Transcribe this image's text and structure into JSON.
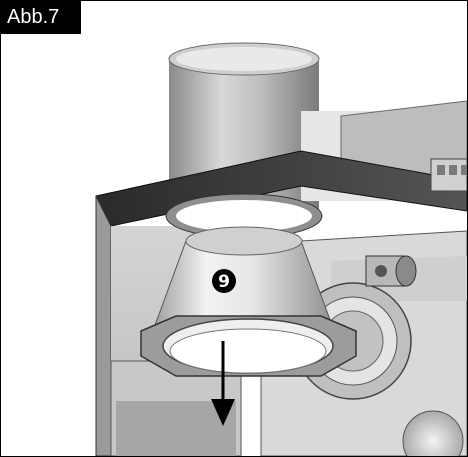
{
  "figure": {
    "label": "Abb.7",
    "callout_number": "9",
    "colors": {
      "label_bg": "#000000",
      "label_fg": "#ffffff",
      "frame": "#000000"
    }
  },
  "icons": [
    "circled-number-callout",
    "down-arrow-icon"
  ]
}
